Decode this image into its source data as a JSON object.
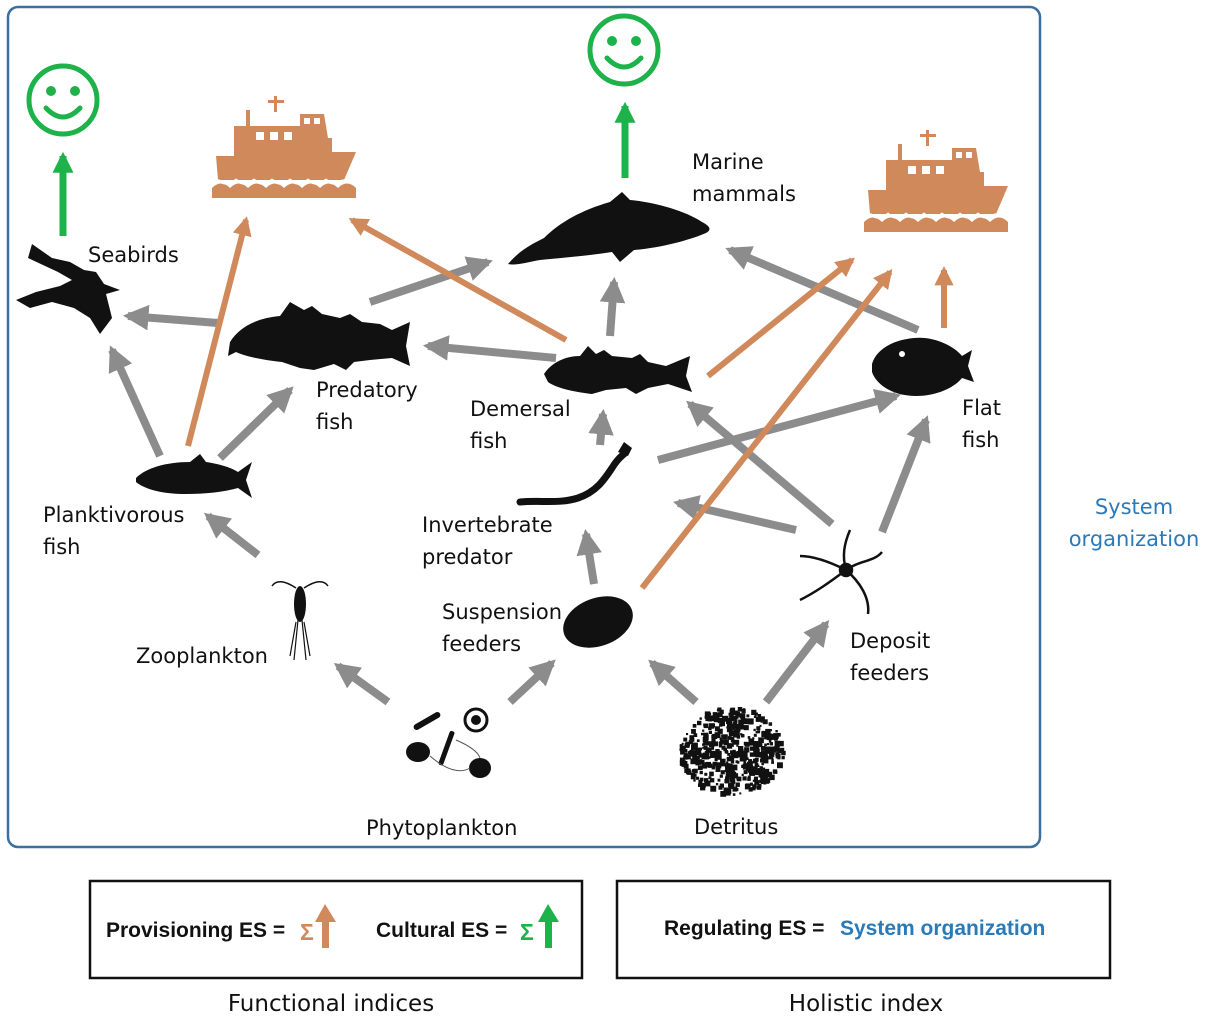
{
  "colors": {
    "frame": "#3a6fa0",
    "gray_arrow": "#8c8c8c",
    "orange": "#d0895a",
    "green": "#1db24a",
    "blue_text": "#2a7ab8",
    "silhouette": "#111111"
  },
  "nodes": {
    "seabirds": "Seabirds",
    "marine_mammals_1": "Marine",
    "marine_mammals_2": "mammals",
    "predatory_fish_1": "Predatory",
    "predatory_fish_2": "fish",
    "demersal_fish_1": "Demersal",
    "demersal_fish_2": "fish",
    "flat_fish_1": "Flat",
    "flat_fish_2": "fish",
    "planktivorous_fish_1": "Planktivorous",
    "planktivorous_fish_2": "fish",
    "invertebrate_predator_1": "Invertebrate",
    "invertebrate_predator_2": "predator",
    "suspension_feeders_1": "Suspension",
    "suspension_feeders_2": "feeders",
    "deposit_feeders_1": "Deposit",
    "deposit_feeders_2": "feeders",
    "zooplankton": "Zooplankton",
    "phytoplankton": "Phytoplankton",
    "detritus": "Detritus"
  },
  "system_organization": {
    "line1": "System",
    "line2": "organization"
  },
  "legend": {
    "provisioning": "Provisioning ES =",
    "cultural": "Cultural ES =",
    "sigma": "Σ",
    "regulating": "Regulating ES =",
    "regulating_value": "System organization"
  },
  "captions": {
    "functional": "Functional indices",
    "holistic": "Holistic index"
  },
  "icons": {
    "smiley": "smiley-face-icon",
    "boat": "fishing-boat-icon",
    "bird": "seabird-icon",
    "dolphin": "dolphin-icon",
    "fish": "fish-icon",
    "flatfish": "flatfish-icon",
    "worm": "worm-icon",
    "mussel": "mussel-icon",
    "brittlestar": "brittle-star-icon",
    "copepod": "copepod-icon",
    "phyto": "phytoplankton-icon",
    "detritus": "detritus-icon"
  }
}
